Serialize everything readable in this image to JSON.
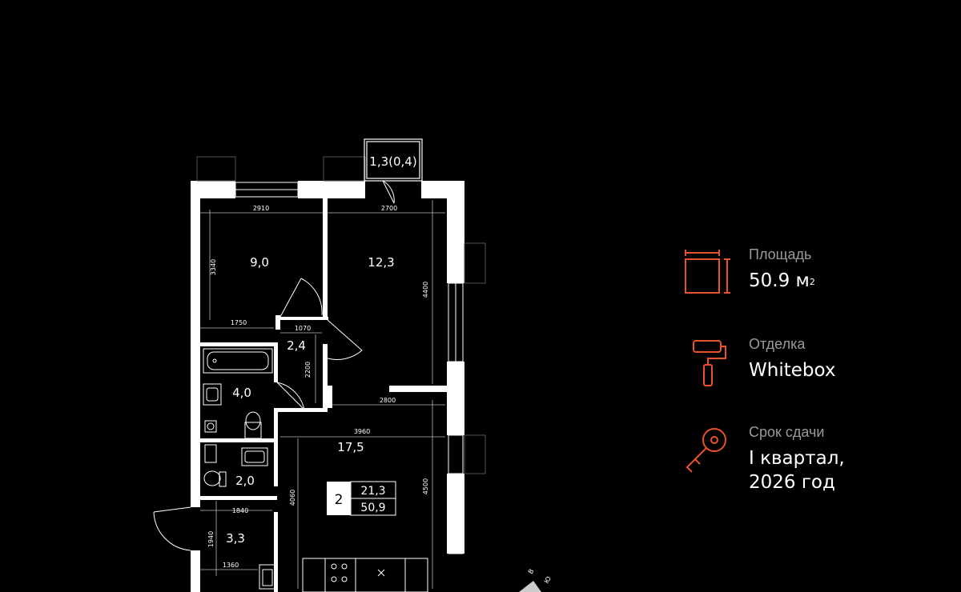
{
  "plan": {
    "rooms": {
      "bedroom_1": "9,0",
      "bedroom_2": "12,3",
      "corridor": "2,4",
      "bathroom": "4,0",
      "toilet": "2,0",
      "hall": "3,3",
      "kitchen_living": "17,5",
      "balcony": "1,3(0,4)"
    },
    "dimensions": {
      "d2910": "2910",
      "d2700": "2700",
      "d3340": "3340",
      "d4400": "4400",
      "d1750": "1750",
      "d1070": "1070",
      "d2200": "2200",
      "d2800": "2800",
      "d3960": "3960",
      "d4060": "4060",
      "d4500": "4500",
      "d1840": "1840",
      "d1940": "1940",
      "d1360": "1360"
    },
    "badge": {
      "rooms": "2",
      "living_area": "21,3",
      "total_area": "50,9"
    },
    "compass": {
      "n": "В",
      "e": "Ю"
    }
  },
  "info": {
    "area_label": "Площадь",
    "area_value": "50.9 м",
    "area_unit_sup": "2",
    "finish_label": "Отделка",
    "finish_value": "Whitebox",
    "delivery_label": "Срок сдачи",
    "delivery_line1": "I квартал,",
    "delivery_line2": "2026 год"
  },
  "colors": {
    "accent": "#e8542a",
    "background": "#000000",
    "wall": "#ffffff",
    "label": "#9a9a9a"
  }
}
